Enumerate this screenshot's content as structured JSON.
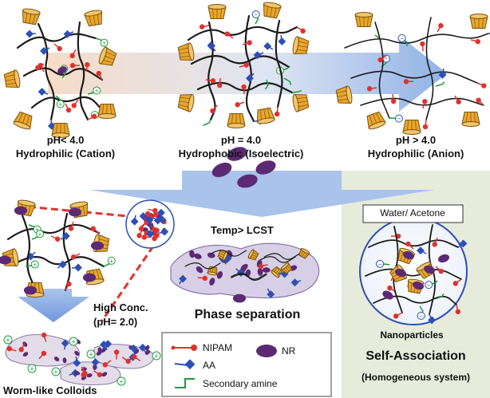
{
  "top_states": [
    {
      "ph": "pH< 4.0",
      "name": "Hydrophilic (Cation)"
    },
    {
      "ph": "pH = 4.0",
      "name": "Hydrophobic (Isoelectric)"
    },
    {
      "ph": "pH > 4.0",
      "name": "Hydrophilic (Anion)"
    }
  ],
  "middle": {
    "temp_label": "Temp> LCST",
    "phase_label": "Phase separation"
  },
  "left": {
    "condition_line1": "High Conc.",
    "condition_line2": "(pH= 2.0)",
    "bottom_label": "Worm-like Colloids"
  },
  "right": {
    "solvent_label": "Water/ Acetone",
    "particle_label": "Nanoparticles",
    "title": "Self-Association",
    "subtitle": "(Homogeneous system)"
  },
  "legend": {
    "items": [
      {
        "label": "NIPAM",
        "icon": "nipam-icon"
      },
      {
        "label": "AA",
        "icon": "aa-icon"
      },
      {
        "label": "Secondary amine",
        "icon": "secondary-amine-icon"
      }
    ],
    "nr_label": "NR"
  },
  "colors": {
    "arrow_blue": "#8fb2e6",
    "panel_bg": "#e6ebdc",
    "nipam": "#e0322c",
    "aa": "#2d4fb6",
    "amine": "#1e9a3a",
    "nr": "#5c2a74",
    "beta_cd": "#e9a62b",
    "chain": "#1b1b1b",
    "dash_red": "#e0322c"
  }
}
